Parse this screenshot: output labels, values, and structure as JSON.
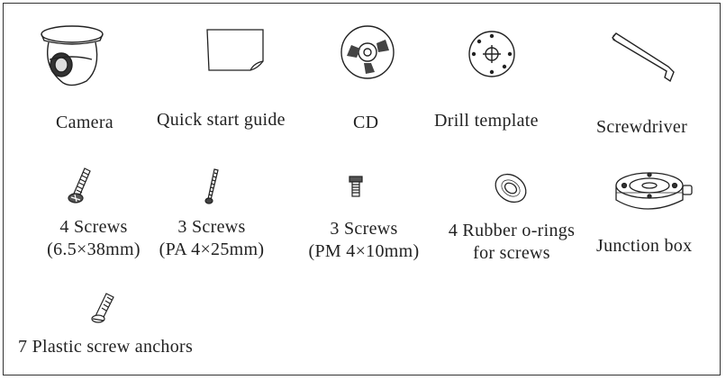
{
  "items": [
    {
      "icon": "dome-camera-icon",
      "label": "Camera"
    },
    {
      "icon": "document-icon",
      "label": "Quick start guide"
    },
    {
      "icon": "cd-disc-icon",
      "label": "CD"
    },
    {
      "icon": "drill-template-icon",
      "label": "Drill template"
    },
    {
      "icon": "hex-key-icon",
      "label": "Screwdriver"
    },
    {
      "icon": "wood-screw-icon",
      "label_lines": [
        "4 Screws",
        "(6.5×38mm)"
      ]
    },
    {
      "icon": "long-screw-icon",
      "label_lines": [
        "3 Screws",
        "(PA 4×25mm)"
      ]
    },
    {
      "icon": "machine-screw-icon",
      "label_lines": [
        "3 Screws",
        "(PM 4×10mm)"
      ]
    },
    {
      "icon": "o-ring-icon",
      "label_lines": [
        "4 Rubber o-rings",
        "for screws"
      ]
    },
    {
      "icon": "junction-box-icon",
      "label": "Junction box"
    },
    {
      "icon": "screw-anchor-icon",
      "label": "7 Plastic screw anchors"
    }
  ]
}
